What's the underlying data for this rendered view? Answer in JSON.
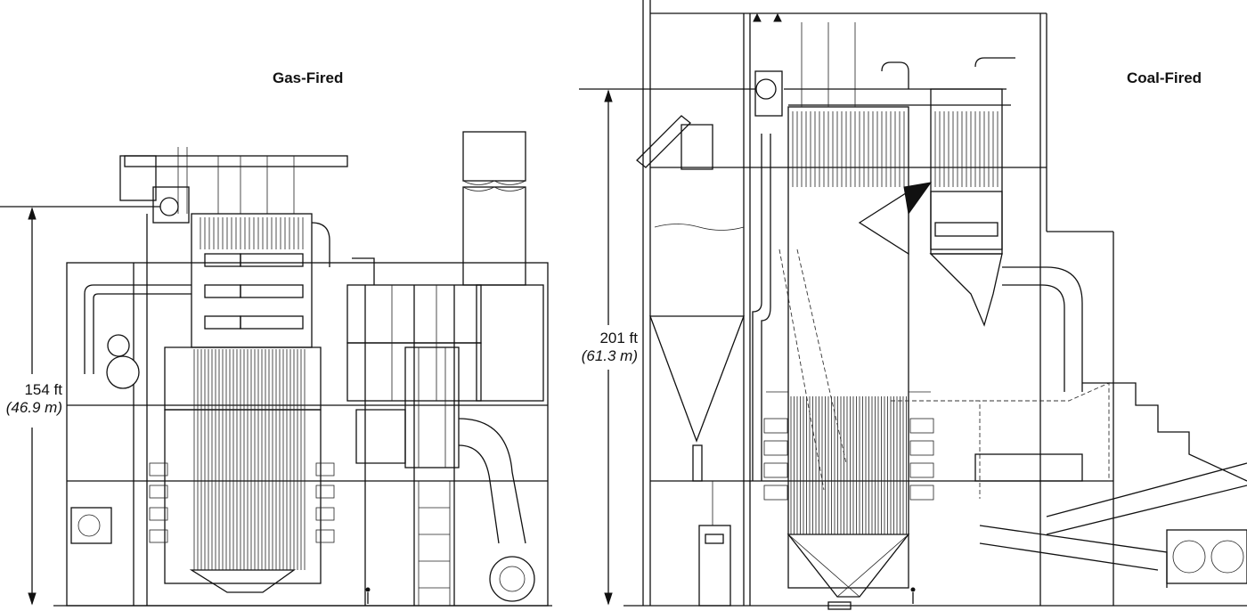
{
  "gas_fired": {
    "title": "Gas-Fired",
    "height_ft": "154 ft",
    "height_m": "(46.9 m)"
  },
  "coal_fired": {
    "title": "Coal-Fired",
    "height_ft": "201 ft",
    "height_m": "(61.3 m)"
  },
  "colors": {
    "line": "#111111",
    "background": "#ffffff"
  }
}
